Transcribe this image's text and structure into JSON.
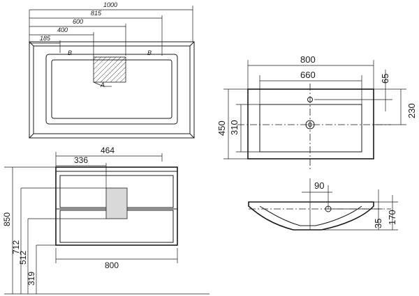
{
  "plan_view": {
    "dims": [
      "1000",
      "815",
      "600",
      "400",
      "185"
    ],
    "labels": {
      "b_left": "B",
      "b_right": "B",
      "a": "A"
    }
  },
  "front_view": {
    "width_top": "464",
    "width_mid": "336",
    "width_bottom": "800",
    "heights": [
      "850",
      "712",
      "512",
      "319"
    ]
  },
  "basin_top": {
    "width_outer": "800",
    "width_inner": "660",
    "depth_outer": "450",
    "depth_inner": "310",
    "offset_hole": "65",
    "offset_center": "230"
  },
  "basin_section": {
    "offset_x": "90",
    "h_drain": "35",
    "h_total": "170"
  },
  "colors": {
    "line": "#1a1a1a",
    "panel": "#d9d9d9"
  }
}
